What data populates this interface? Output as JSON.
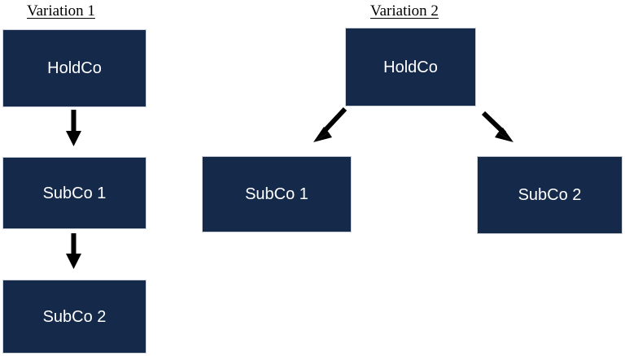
{
  "diagram": {
    "background_color": "#ffffff",
    "node_fill_color": "#15294a",
    "node_text_color": "#ffffff",
    "arrow_color": "#000000",
    "panels": [
      {
        "id": "variation-1",
        "title": "Variation 1",
        "nodes": [
          {
            "id": "v1-holdco",
            "label": "HoldCo"
          },
          {
            "id": "v1-subco-1",
            "label": "SubCo 1"
          },
          {
            "id": "v1-subco-2",
            "label": "SubCo 2"
          }
        ],
        "edges": [
          {
            "from": "HoldCo",
            "to": "SubCo 1",
            "direction": "down"
          },
          {
            "from": "SubCo 1",
            "to": "SubCo 2",
            "direction": "down"
          }
        ]
      },
      {
        "id": "variation-2",
        "title": "Variation 2",
        "nodes": [
          {
            "id": "v2-holdco",
            "label": "HoldCo"
          },
          {
            "id": "v2-subco-1",
            "label": "SubCo 1"
          },
          {
            "id": "v2-subco-2",
            "label": "SubCo 2"
          }
        ],
        "edges": [
          {
            "from": "HoldCo",
            "to": "SubCo 1",
            "direction": "down-left"
          },
          {
            "from": "HoldCo",
            "to": "SubCo 2",
            "direction": "down-right"
          }
        ]
      }
    ]
  }
}
